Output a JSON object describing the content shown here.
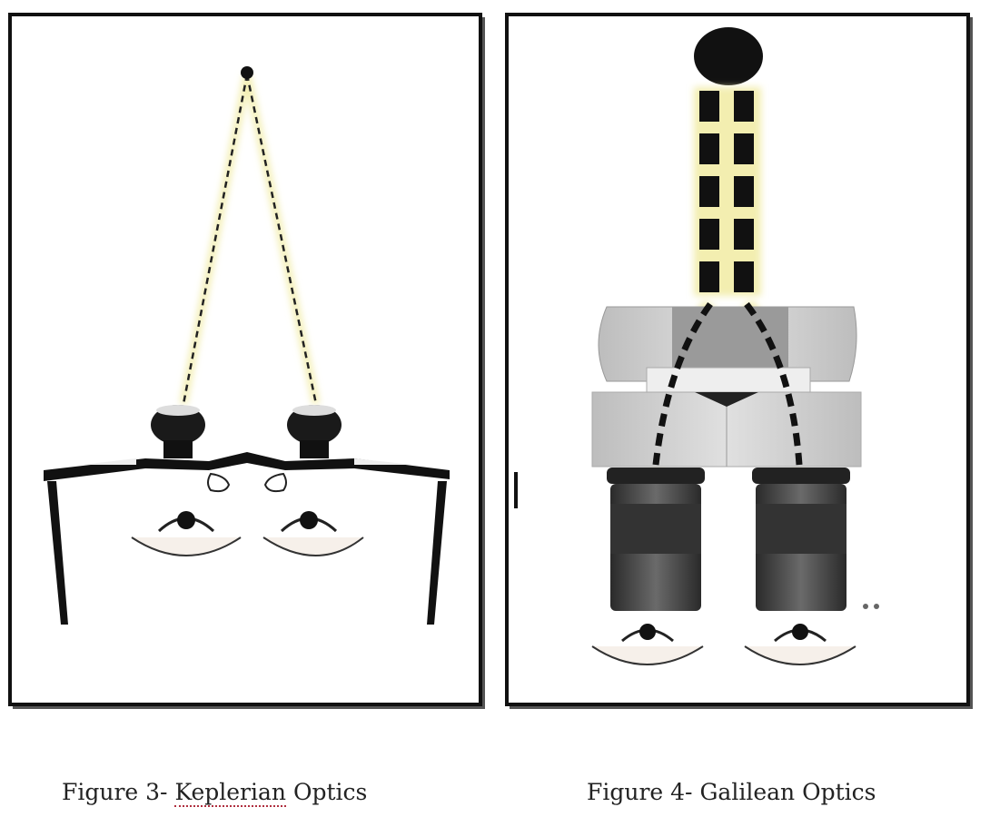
{
  "figures": [
    {
      "caption_prefix": "Figure 3- ",
      "caption_term": "Keplerian",
      "caption_suffix": " Optics"
    },
    {
      "caption_prefix": "Figure 4- ",
      "caption_term": "Galilean",
      "caption_suffix": " Optics"
    }
  ],
  "colors": {
    "frame": "#111111",
    "light_path": "#f3eeb0",
    "body_gray": "#c9c9c9",
    "eyepiece": "#3d3d3d"
  }
}
